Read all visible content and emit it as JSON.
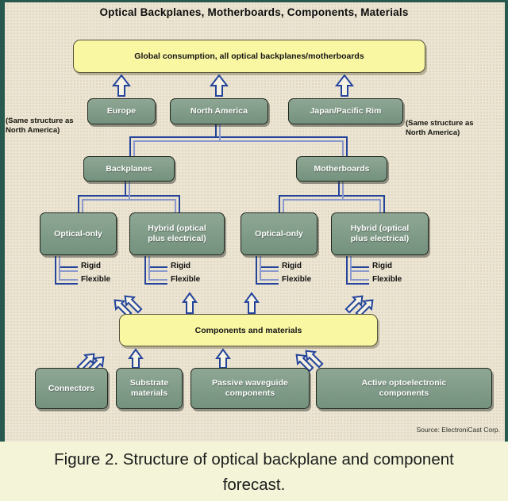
{
  "title": "Optical Backplanes, Motherboards, Components, Materials",
  "boxes": {
    "global": "Global consumption, all optical backplanes/motherboards",
    "europe": "Europe",
    "north_america": "North America",
    "japan_pacific_rim": "Japan/Pacific Rim",
    "backplanes": "Backplanes",
    "motherboards": "Motherboards",
    "optical_only": "Optical-only",
    "hybrid_line1": "Hybrid (optical",
    "hybrid_line2": "plus electrical)",
    "components_materials": "Components and materials",
    "connectors": "Connectors",
    "substrate_line1": "Substrate",
    "substrate_line2": "materials",
    "passive_line1": "Passive waveguide",
    "passive_line2": "components",
    "active_line1": "Active optoelectronic",
    "active_line2": "components"
  },
  "branch_labels": {
    "rigid": "Rigid",
    "flexible": "Flexible"
  },
  "side_notes": {
    "left_line1": "(Same structure as",
    "left_line2": "North America)",
    "right_line1": "(Same structure as",
    "right_line2": "North America)"
  },
  "source": "Source: ElectroniCast Corp.",
  "caption": {
    "line1": "Figure 2. Structure of optical backplane and component",
    "line2": "forecast."
  },
  "colors": {
    "diagram_bg": "#ece5d3",
    "frame_teal": "#27594f",
    "node_green": "#7e9b87",
    "node_yellow": "#faf7a3",
    "line_blue_dark": "#24449c",
    "line_blue_light": "#8a98cc",
    "caption_bg": "#f3f4d8"
  }
}
